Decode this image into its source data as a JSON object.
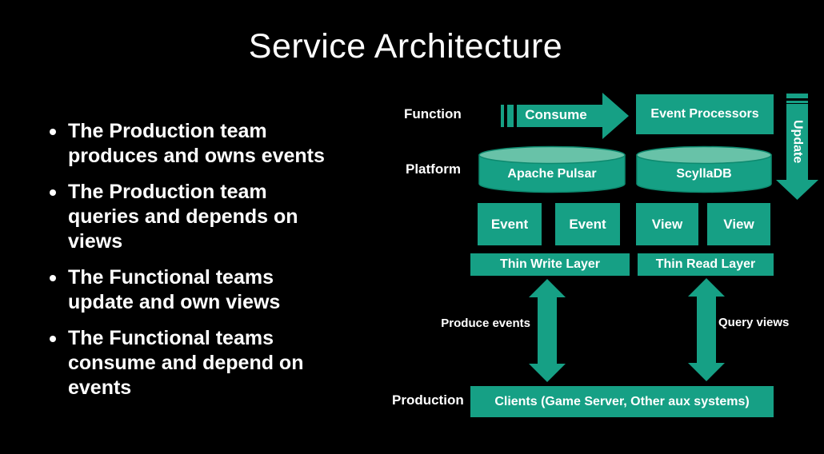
{
  "slide": {
    "title": "Service Architecture",
    "background_color": "#000000",
    "text_color": "#ffffff"
  },
  "colors": {
    "accent_green": "#16a085",
    "cylinder_top_green": "#68c2a8",
    "cylinder_stroke_green": "#0d8a6f"
  },
  "bullets": [
    {
      "lines": [
        "The Production team",
        "produces and owns events"
      ]
    },
    {
      "lines": [
        "The Production team",
        "queries and depends on",
        "views"
      ]
    },
    {
      "lines": [
        "The Functional teams",
        "update and own views"
      ]
    },
    {
      "lines": [
        "The Functional teams",
        "consume and depend on",
        "events"
      ]
    }
  ],
  "diagram": {
    "row_labels": {
      "function": "Function",
      "platform": "Platform",
      "production": "Production"
    },
    "consume_arrow_label": "Consume",
    "update_arrow_label": "Update",
    "boxes": {
      "event_processors": "Event Processors",
      "apache_pulsar": "Apache Pulsar",
      "scylladb": "ScyllaDB",
      "event1": "Event",
      "event2": "Event",
      "view1": "View",
      "view2": "View",
      "thin_write": "Thin Write Layer",
      "thin_read": "Thin Read Layer",
      "clients": "Clients (Game Server, Other aux systems)"
    },
    "flow_labels": {
      "produce": "Produce events",
      "query": "Query views"
    }
  }
}
